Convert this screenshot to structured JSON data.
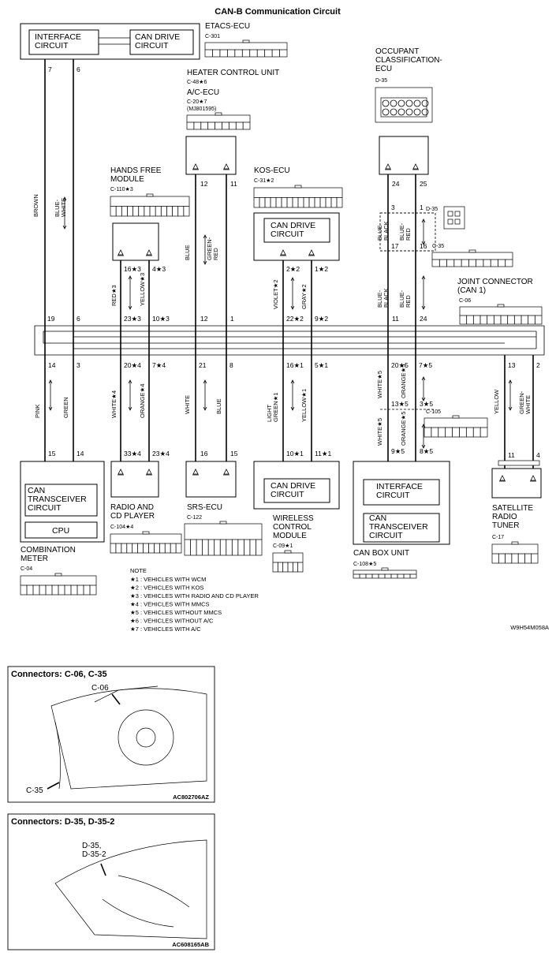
{
  "title": "CAN-B Communication Circuit",
  "figure_id": "W9H54M058A",
  "components": {
    "etacs": {
      "name": "ETACS-ECU",
      "code": "C-301",
      "blocks": [
        "INTERFACE\nCIRCUIT",
        "CAN DRIVE\nCIRCUIT"
      ]
    },
    "heater": {
      "name": "HEATER CONTROL UNIT",
      "code1": "C-48",
      "star1": "*6",
      "name2": "A/C-ECU",
      "code2": "C-20",
      "star2": "*7",
      "small": "(MJ801595)"
    },
    "occupant": {
      "name": "OCCUPANT\nCLASSIFICATION-\nECU",
      "code": "D-35"
    },
    "hands_free": {
      "name": "HANDS FREE\nMODULE",
      "code": "C-110",
      "star": "*3"
    },
    "kos": {
      "name": "KOS-ECU",
      "code": "C-31",
      "star": "*2",
      "block": "CAN DRIVE\nCIRCUIT"
    },
    "d35_small": {
      "code": "D-35"
    },
    "c35": {
      "code": "C-35"
    },
    "joint": {
      "name": "JOINT CONNECTOR\n(CAN 1)",
      "code": "C-06"
    },
    "c105": {
      "code": "C-105"
    },
    "combination": {
      "name": "COMBINATION\nMETER",
      "code": "C-04",
      "blocks": [
        "CAN\nTRANSCEIVER\nCIRCUIT",
        "CPU"
      ]
    },
    "radio": {
      "name": "RADIO AND\nCD PLAYER",
      "code": "C-104",
      "star": "*4"
    },
    "srs": {
      "name": "SRS-ECU",
      "code": "C-122"
    },
    "wireless": {
      "name": "WIRELESS\nCONTROL\nMODULE",
      "code": "C-09",
      "star": "*1",
      "block": "CAN DRIVE\nCIRCUIT"
    },
    "canbox": {
      "name": "CAN BOX UNIT",
      "code": "C-108",
      "star": "*5",
      "blocks": [
        "INTERFACE\nCIRCUIT",
        "CAN\nTRANSCEIVER\nCIRCUIT"
      ]
    },
    "satellite": {
      "name": "SATELLITE\nRADIO\nTUNER",
      "code": "C-17"
    }
  },
  "notes": {
    "heading": "NOTE",
    "items": [
      "*1 : VEHICLES WITH WCM",
      "*2 : VEHICLES WITH KOS",
      "*3 : VEHICLES WITH RADIO AND CD PLAYER",
      "*4 : VEHICLES WITH MMCS",
      "*5 : VEHICLES WITHOUT MMCS",
      "*6 : VEHICLES WITHOUT A/C",
      "*7 : VEHICLES WITH A/C"
    ]
  },
  "pins": {
    "etacs_out": [
      "7",
      "6"
    ],
    "etacs_joint": [
      "19",
      "6"
    ],
    "heater_out": [
      "12",
      "11"
    ],
    "heater_joint": [
      "12",
      "1"
    ],
    "hands_out": [
      "16*3",
      "4*3"
    ],
    "hands_joint": [
      "23*3",
      "10*3"
    ],
    "kos_out": [
      "2*2",
      "1*2"
    ],
    "kos_joint": [
      "22*2",
      "9*2"
    ],
    "occ_out": [
      "24",
      "25"
    ],
    "occ_d35": [
      "3",
      "1"
    ],
    "occ_c35": [
      "17",
      "16"
    ],
    "occ_joint": [
      "11",
      "24"
    ],
    "joint_bottom_a": [
      "14",
      "3",
      "20*4",
      "7*4",
      "21",
      "8",
      "16*1",
      "5*1",
      "20*5",
      "7*5",
      "13",
      "2"
    ],
    "c105_top": [
      "13*5",
      "3*5"
    ],
    "comb_in": [
      "15",
      "14"
    ],
    "radio_in": [
      "33*4",
      "23*4"
    ],
    "srs_in": [
      "16",
      "15"
    ],
    "wcm_in": [
      "10*1",
      "11*1"
    ],
    "canbox_in": [
      "9*5",
      "8*5"
    ],
    "sat_in": [
      "11",
      "4"
    ]
  },
  "wire_colors": {
    "etacs": [
      "BROWN",
      "BLUE-\nWHITE"
    ],
    "heater": [
      "BLUE",
      "GREEN-\nRED"
    ],
    "hands": [
      "RED*3",
      "YELLOW*3"
    ],
    "kos": [
      "VIOLET*2",
      "GRAY*2"
    ],
    "occ_top": [
      "BLUE-\nBLACK",
      "BLUE-\nRED"
    ],
    "occ_bottom": [
      "BLUE-\nBLACK",
      "BLUE-\nRED"
    ],
    "comb": [
      "PINK",
      "GREEN"
    ],
    "radio": [
      "WHITE*4",
      "ORANGE*4"
    ],
    "srs": [
      "WHITE",
      "BLUE"
    ],
    "wcm": [
      "LIGHT\nGREEN*1",
      "YELLOW*1"
    ],
    "canbox_top": [
      "WHITE*5",
      "ORANGE*5"
    ],
    "canbox_bottom": [
      "WHITE*5",
      "ORANGE*5"
    ],
    "sat": [
      "YELLOW",
      "GREEN-\nWHITE"
    ]
  },
  "panels": [
    {
      "title": "Connectors: C-06, C-35",
      "labels": [
        "C-06",
        "C-35"
      ],
      "ref": "AC802706AZ"
    },
    {
      "title": "Connectors: D-35, D-35-2",
      "labels": [
        "D-35,\nD-35-2"
      ],
      "ref": "AC608165AB"
    }
  ]
}
